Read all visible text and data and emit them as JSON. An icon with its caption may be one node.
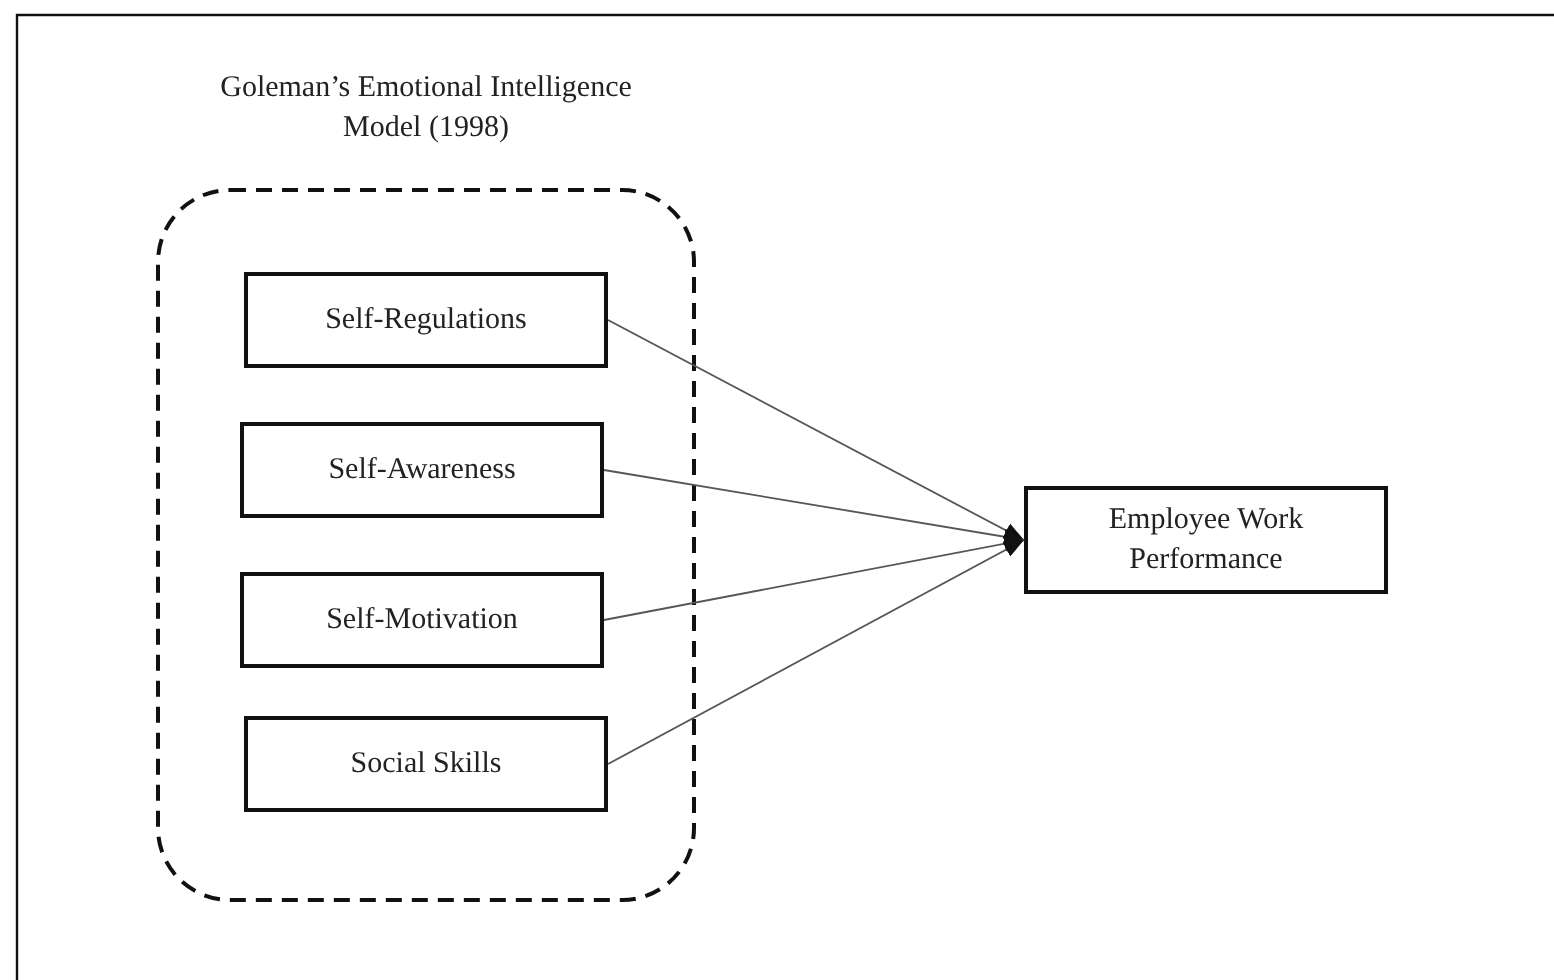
{
  "diagram": {
    "nodes": [
      {
        "text": [
          "Goleman’s Emotional Intelligence Model (1998)"
        ]
      },
      {
        "text": [
          "Self-Regulations"
        ],
        "in": 0
      },
      {
        "text": [
          "Self-Awareness"
        ],
        "in": 0
      },
      {
        "text": [
          "Self-Motivation"
        ],
        "in": 0
      },
      {
        "text": [
          "Social Skills"
        ],
        "in": 0
      },
      {
        "text": [
          "Employee Work Performance"
        ]
      }
    ],
    "edges": [
      {
        "from": 1,
        "to": 5,
        "arrow": "to"
      },
      {
        "from": 2,
        "to": 5,
        "arrow": "to"
      },
      {
        "from": 3,
        "to": 5,
        "arrow": "to"
      },
      {
        "from": 4,
        "to": 5,
        "arrow": "to"
      }
    ]
  }
}
